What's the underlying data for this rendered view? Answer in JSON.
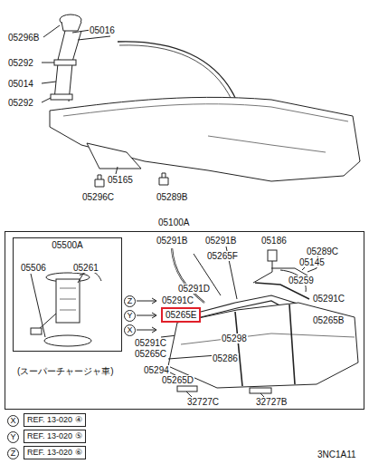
{
  "diagram": {
    "nodes": [
      {
        "text": [
          "05100A"
        ]
      },
      {
        "text": [
          "05500A"
        ],
        "in": 0
      },
      {
        "text": [
          "05265E"
        ],
        "in": 0
      },
      {
        "text": [
          "Z"
        ],
        "in": 0
      },
      {
        "text": [
          "Y"
        ],
        "in": 0
      },
      {
        "text": [
          "X"
        ],
        "in": 0
      },
      {
        "text": [
          "X"
        ]
      },
      {
        "text": [
          "REF. 13-020 ④"
        ]
      },
      {
        "text": [
          "Y"
        ]
      },
      {
        "text": [
          "REF. 13-020 ⑤"
        ]
      },
      {
        "text": [
          "Z"
        ]
      },
      {
        "text": [
          "REF. 13-020 ⑥"
        ]
      }
    ],
    "labels": [
      "05296B",
      "05016",
      "05292",
      "05014",
      "05292",
      "05165",
      "05296C",
      "05289B",
      "05291B",
      "05291B",
      "05186",
      "05289C",
      "05265F",
      "05145",
      "05291D",
      "05291C",
      "05259",
      "05291C",
      "05265B",
      "05291C",
      "05265C",
      "05298",
      "05294",
      "05286",
      "05265D",
      "32727C",
      "32727B",
      "05506",
      "05261",
      "(スーパーチャージャ車)",
      "3NC1A11"
    ]
  }
}
